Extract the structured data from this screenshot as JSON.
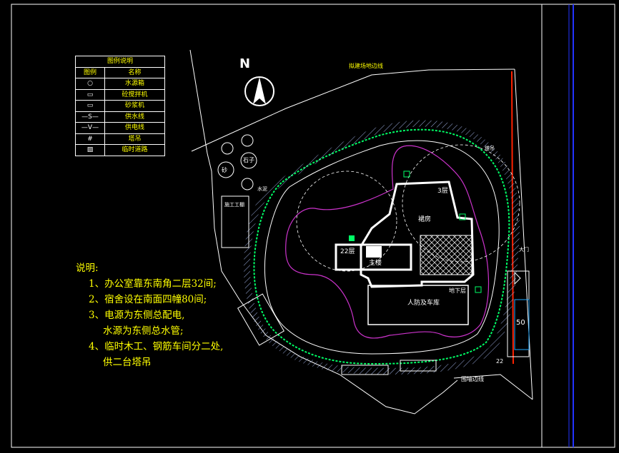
{
  "legend": {
    "title": "图例说明",
    "header": {
      "symbol": "图例",
      "name": "名称"
    },
    "rows": [
      {
        "symbol": "○",
        "name": "水源箱"
      },
      {
        "symbol": "▭",
        "name": "砼搅拌机"
      },
      {
        "symbol": "▭",
        "name": "砂浆机"
      },
      {
        "symbol": "—S—",
        "name": "供水线"
      },
      {
        "symbol": "—V—",
        "name": "供电线"
      },
      {
        "symbol": "#",
        "name": "塔吊"
      },
      {
        "symbol": "▨",
        "name": "临时道路"
      }
    ]
  },
  "notes": {
    "title": "说明:",
    "items": [
      "1、办公室靠东南角二层32间;",
      "2、宿舍设在南面四幢80间;",
      "3、电源为东侧总配电,",
      "水源为东侧总水管;",
      "4、临时木工、钢筋车间分二处,",
      "供二台塔吊"
    ]
  },
  "north": "N",
  "labels": {
    "boundary_top": "拟建场地边线",
    "building_3f": "3层",
    "label_22f": "22层",
    "main_tower": "主楼",
    "podium": "裙房",
    "basement_garage": "人防及车库",
    "basement": "地下层",
    "num_50": "50",
    "num_22": "22",
    "bottom_edge": "围墙边线",
    "sand": "砂",
    "stone": "石子",
    "cement": "水泥",
    "site_office": "施工工棚",
    "tower_crane": "塔吊",
    "gate": "大门"
  },
  "colors": {
    "background": "#000000",
    "line_white": "#ffffff",
    "road_green": "#00ff66",
    "excavation_magenta": "#cc33cc",
    "text_yellow": "#ffff00",
    "power_red": "#ff2200",
    "grid_blue": "#2233ff",
    "hatch_cyan": "#22aaff"
  }
}
